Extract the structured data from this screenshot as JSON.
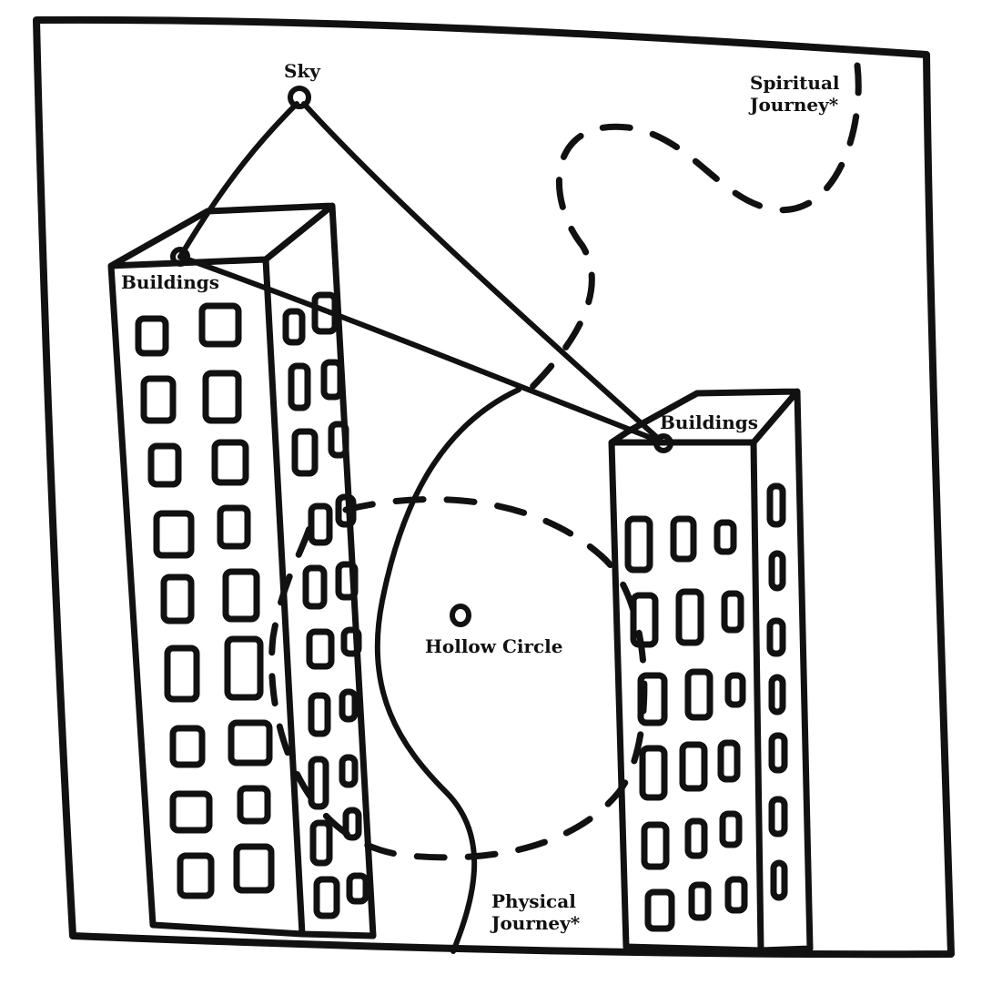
{
  "diagram": {
    "labels": {
      "sky": "Sky",
      "buildings_left": "Buildings",
      "buildings_right": "Buildings",
      "hollow_circle": "Hollow Circle",
      "spiritual_journey": [
        "Spiritual",
        "Journey*"
      ],
      "physical_journey": [
        "Physical",
        "Journey*"
      ]
    },
    "colors": {
      "ink": "#111111",
      "background": "#ffffff"
    }
  }
}
